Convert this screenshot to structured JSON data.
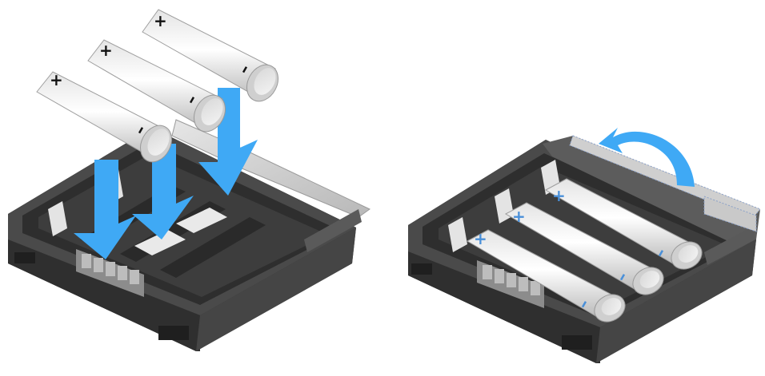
{
  "figure": {
    "panels": [
      {
        "step": "insert-batteries",
        "battery_count": 3,
        "arrow_direction": "down",
        "battery_plus_symbol": "+",
        "battery_minus_symbol": "–"
      },
      {
        "step": "close-lid",
        "battery_count": 3,
        "arrow_direction": "rotate-lid-closed",
        "battery_plus_symbol": "+",
        "battery_minus_symbol": "–"
      }
    ]
  },
  "colors": {
    "housing_dark": "#3c3c3c",
    "housing_mid": "#555555",
    "housing_light": "#6e6e6e",
    "lid_grey": "#d4d4d4",
    "battery_white": "#f2f2f2",
    "battery_shade": "#bdbdbd",
    "arrow_blue": "#3fa9f5",
    "polarity_blue": "#4a90d9",
    "polarity_black": "#111111"
  }
}
